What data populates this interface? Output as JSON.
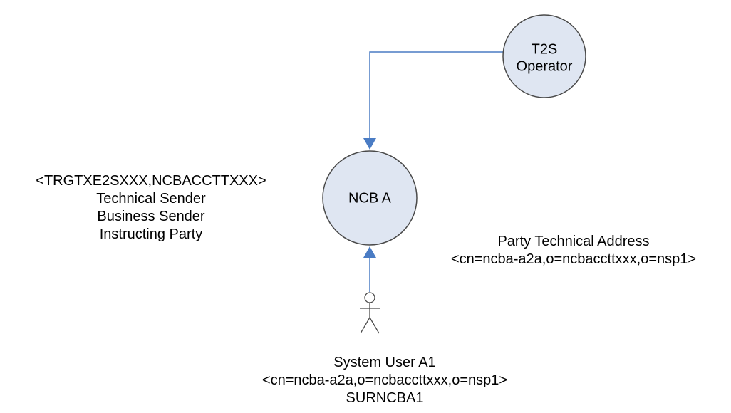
{
  "nodes": {
    "t2s_operator": {
      "line1": "T2S",
      "line2": "Operator"
    },
    "ncb_a": {
      "label": "NCB A"
    }
  },
  "left_labels": {
    "line1": "<TRGTXE2SXXX,NCBACCTTXXX>",
    "line2": "Technical Sender",
    "line3": "Business Sender",
    "line4": "Instructing Party"
  },
  "party_address": {
    "title": "Party Technical Address",
    "value": "<cn=ncba-a2a,o=ncbaccttxxx,o=nsp1>"
  },
  "system_user": {
    "name": "System User A1",
    "dn": "<cn=ncba-a2a,o=ncbaccttxxx,o=nsp1>",
    "id": "SURNCBA1"
  },
  "colors": {
    "node_fill": "#dfe6f2",
    "node_stroke": "#4a4a4a",
    "connector": "#4a7cc4",
    "actor": "#4a4a4a"
  }
}
